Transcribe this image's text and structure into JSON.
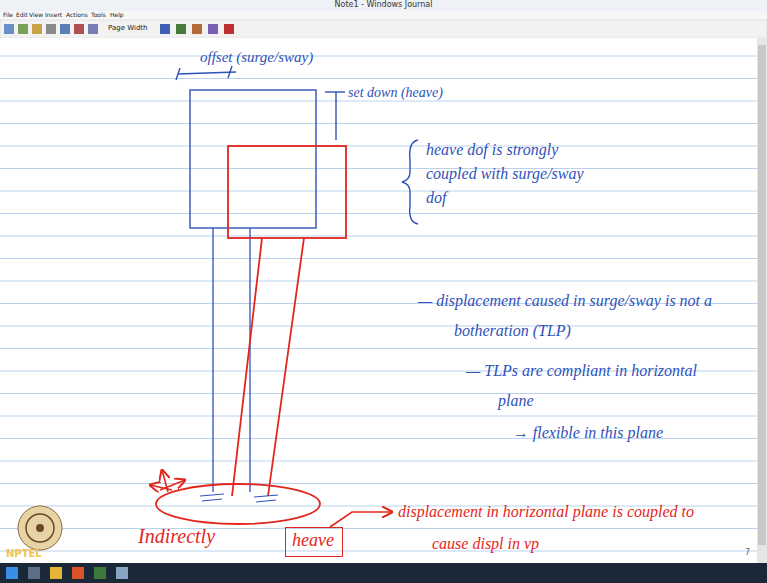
{
  "diagram": {
    "nodes": [
      {
        "text": [
          "heave"
        ]
      }
    ],
    "labels": [
      "Note1 - Windows Journal",
      "File",
      "Edit",
      "View",
      "Insert",
      "Actions",
      "Tools",
      "Help",
      "Page Width",
      "offset (surge/sway)",
      "set down (heave)",
      "heave dof is strongly coupled with surge/sway dof",
      "— displacement caused in surge/sway is not a botheration (TLP)",
      "— TLPs are compliant in horizontal plane",
      "→ flexible in this plane",
      "displacement in horizontal plane is coupled to cause displ in vp",
      "Indirectly",
      "NPTEL",
      "7"
    ]
  }
}
